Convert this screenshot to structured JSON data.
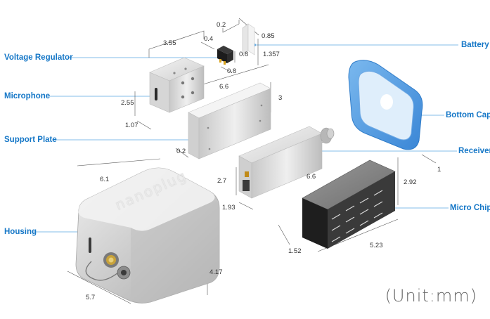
{
  "callouts": {
    "voltage_regulator": "Voltage Regulator",
    "microphone": "Microphone",
    "support_plate": "Support Plate",
    "housing": "Housing",
    "battery": "Battery",
    "bottom_cap": "Bottom Cap",
    "receiver": "Receiver",
    "micro_chip": "Micro Chip"
  },
  "dimensions": {
    "reg_w": "0.4",
    "reg_h": "0.8",
    "reg_d": "0.8",
    "bat_t": "0.2",
    "bat_w": "0.85",
    "bat_h": "1.357",
    "mic_w": "3.55",
    "mic_h": "2.55",
    "mic_d": "1.07",
    "plate_w": "6.6",
    "plate_h": "3",
    "plate_t": "0.2",
    "rec_len": "6.6",
    "rec_h": "2.7",
    "rec_w": "1.93",
    "cap_t": "1",
    "chip_h": "2.92",
    "chip_d": "1.52",
    "chip_w": "5.23",
    "housing_w": "6.1",
    "housing_h": "4.17",
    "housing_d": "5.7"
  },
  "brand_text": "nanoplug",
  "unit_label": "(Unit:mm)",
  "colors": {
    "callout_text": "#1577c7",
    "leader_line": "#5aa6e0",
    "cap_blue": "#4a90d9",
    "silver": "#d9d9d9",
    "chip_dark": "#2b2b2b"
  }
}
